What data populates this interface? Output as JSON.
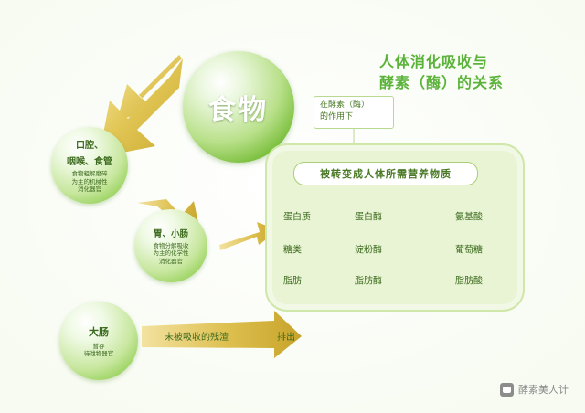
{
  "title": "人体消化吸收与\n酵素（酶）的关系",
  "title_line1": "人体消化吸收与",
  "title_line2": "酵素（酶）的关系",
  "colors": {
    "accent_green": "#5bb33a",
    "panel_bg": "#e9f4d4",
    "panel_border": "#cfe7a8",
    "arrow_gold": "#d8b53c",
    "arrow_green": "#8cc63f",
    "text_green": "#3d6b1f"
  },
  "food": {
    "label": "食物"
  },
  "enzyme_note": {
    "line1": "在酵素（酶）",
    "line2": "的作用下"
  },
  "organs": [
    {
      "id": "mouth",
      "title": "口腔、",
      "title2": "咽喉、食管",
      "desc1": "食物粗解磨碎",
      "desc2": "为主的机械性",
      "desc3": "消化器官"
    },
    {
      "id": "stomach",
      "title": "胃、小肠",
      "desc1": "食物分解吸收",
      "desc2": "为主的化学性",
      "desc3": "消化器官"
    },
    {
      "id": "colon",
      "title": "大肠",
      "desc1": "暂存",
      "desc2": "待泄物器官"
    }
  ],
  "panel": {
    "heading": "被转变成人体所需营养物质",
    "rows": [
      {
        "source": "蛋白质",
        "enzyme": "蛋白酶",
        "product": "氨基酸"
      },
      {
        "source": "糖类",
        "enzyme": "淀粉酶",
        "product": "葡萄糖"
      },
      {
        "source": "脂肪",
        "enzyme": "脂肪酶",
        "product": "脂肪酸"
      }
    ]
  },
  "excretion": {
    "residue": "未被吸收的残渣",
    "output": "排出"
  },
  "watermark": {
    "text": "酵素美人计",
    "icon": "wechat-icon"
  }
}
